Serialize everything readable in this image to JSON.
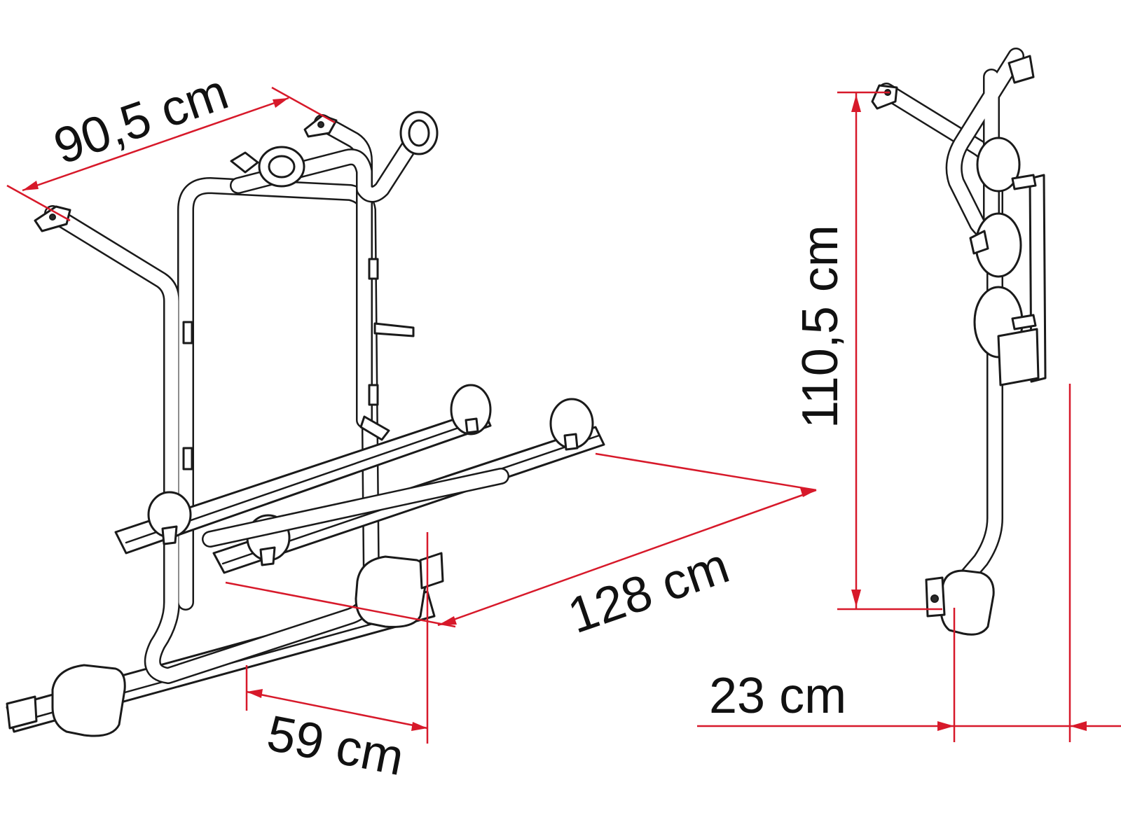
{
  "dimensions": {
    "width_top": "90,5 cm",
    "length_arms": "128 cm",
    "depth_base": "59 cm",
    "height_side": "110,5 cm",
    "offset_side": "23 cm"
  },
  "colors": {
    "dimension_line": "#d7192a",
    "drawing_line": "#1a1a1a",
    "background": "#ffffff"
  }
}
